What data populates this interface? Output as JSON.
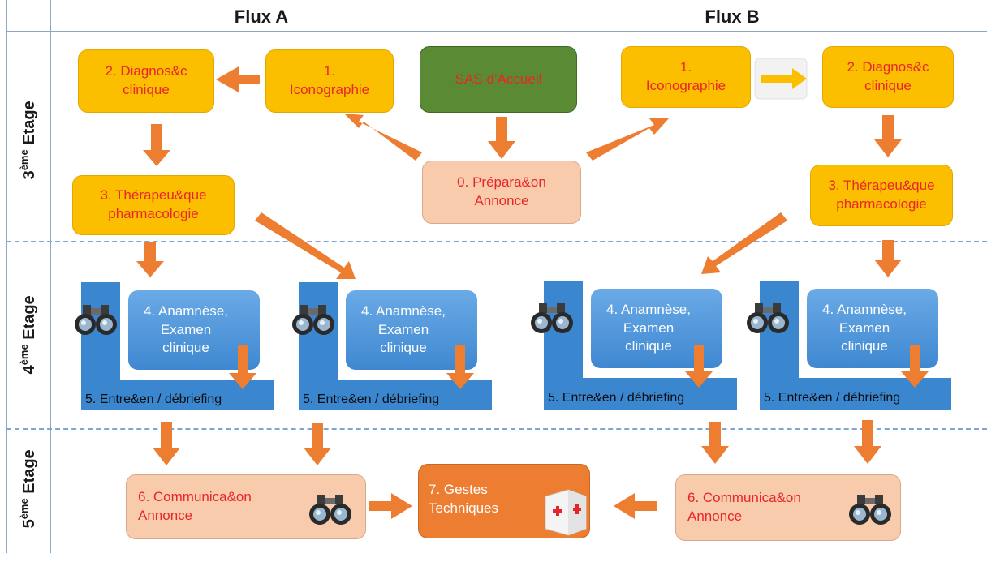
{
  "headers": {
    "flux_a": "Flux A",
    "flux_b": "Flux B"
  },
  "floors": {
    "third": {
      "num": "3",
      "sup": "ème",
      "word": "Etage"
    },
    "fourth": {
      "num": "4",
      "sup": "ème",
      "word": "Etage"
    },
    "fifth": {
      "num": "5",
      "sup": "ème",
      "word": "Etage"
    }
  },
  "boxes": {
    "sas": "SAS d’Accueil",
    "prep_l1": "0. Prépara&on",
    "prep_l2": "Annonce",
    "icono_a_l1": "1.",
    "icono_a_l2": "Iconographie",
    "diag_a_l1": "2. Diagnos&c",
    "diag_a_l2": "clinique",
    "thera_a_l1": "3. Thérapeu&que",
    "thera_a_l2": "pharmacologie",
    "icono_b_l1": "1.",
    "icono_b_l2": "Iconographie",
    "diag_b_l1": "2. Diagnos&c",
    "diag_b_l2": "clinique",
    "thera_b_l1": "3. Thérapeu&que",
    "thera_b_l2": "pharmacologie",
    "comm_a_l1": "6. Communica&on",
    "comm_a_l2": "Annonce",
    "comm_b_l1": "6. Communica&on",
    "comm_b_l2": "Annonce",
    "gestes_l1": "7. Gestes",
    "gestes_l2": "Techniques"
  },
  "exam": {
    "l1": "4. Anamnèse,",
    "l2": "Examen",
    "l3": "clinique",
    "debrief": "5. Entre&en / débriefing"
  },
  "icons": [
    "binoculars-icon",
    "first-aid-kit-icon"
  ],
  "colors": {
    "yellow_box": "#fcbf00",
    "green_box": "#5b8a34",
    "peach_box": "#f8cbad",
    "orange_box": "#ed7d31",
    "blue_frame": "#3a86cf",
    "arrow": "#ed7d31",
    "text_red": "#e8262a"
  }
}
